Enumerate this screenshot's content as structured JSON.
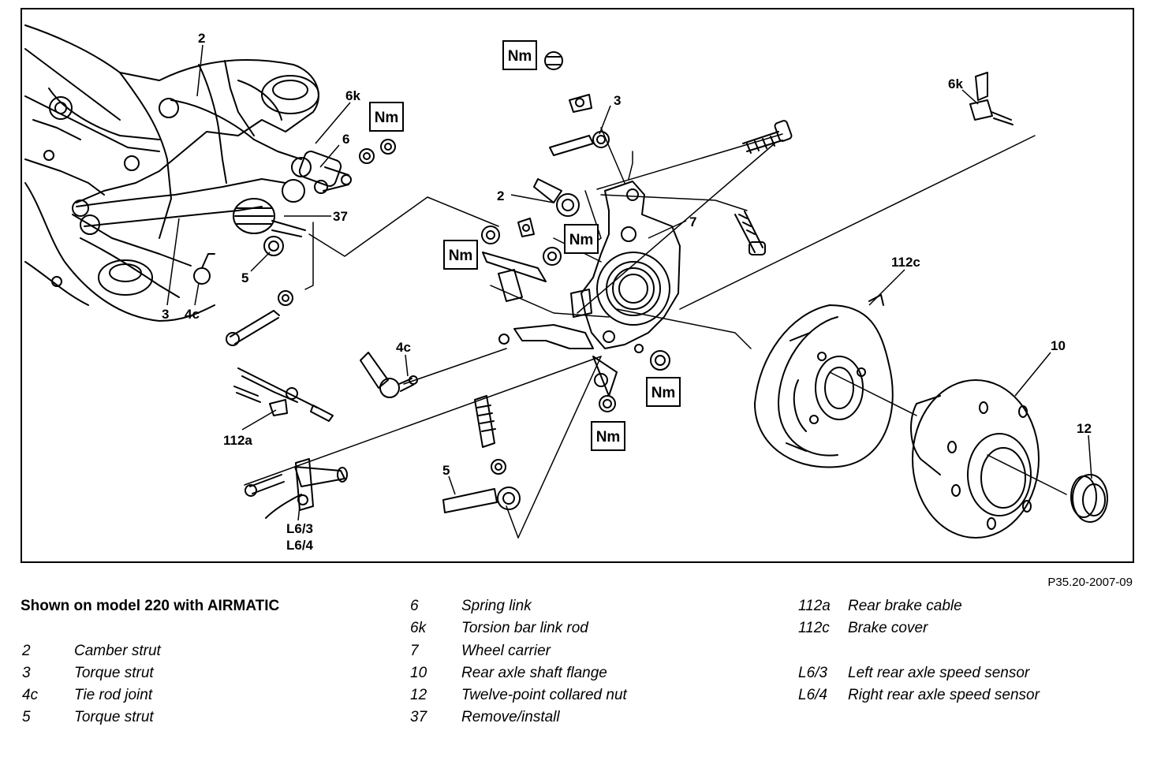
{
  "figure_ref": "P35.20-2007-09",
  "legend": {
    "title": "Shown on model 220 with AIRMATIC",
    "col1": [
      {
        "key": "2",
        "text": "Camber strut"
      },
      {
        "key": "3",
        "text": "Torque strut"
      },
      {
        "key": "4c",
        "text": "Tie rod joint"
      },
      {
        "key": "5",
        "text": "Torque strut"
      }
    ],
    "col2": [
      {
        "key": "6",
        "text": "Spring link"
      },
      {
        "key": "6k",
        "text": "Torsion bar link rod"
      },
      {
        "key": "7",
        "text": "Wheel carrier"
      },
      {
        "key": "10",
        "text": "Rear axle shaft flange"
      },
      {
        "key": "12",
        "text": "Twelve-point collared nut"
      },
      {
        "key": "37",
        "text": "Remove/install"
      }
    ],
    "col3": [
      {
        "key": "112a",
        "text": "Rear brake cable"
      },
      {
        "key": "112c",
        "text": "Brake cover"
      },
      {
        "key": "L6/3",
        "text": "Left rear axle speed sensor"
      },
      {
        "key": "L6/4",
        "text": "Right rear axle speed sensor"
      }
    ]
  },
  "callouts": {
    "c2a": "2",
    "c6k_left": "6k",
    "c6": "6",
    "c37": "37",
    "c5a": "5",
    "c3a": "3",
    "c4c_a": "4c",
    "c3b": "3",
    "c2b": "2",
    "c7": "7",
    "c6k_right": "6k",
    "c112c": "112c",
    "c10": "10",
    "c12": "12",
    "c4c_b": "4c",
    "c112a": "112a",
    "c5b": "5",
    "cL63": "L6/3",
    "cL64": "L6/4"
  },
  "torque_label": "Nm"
}
